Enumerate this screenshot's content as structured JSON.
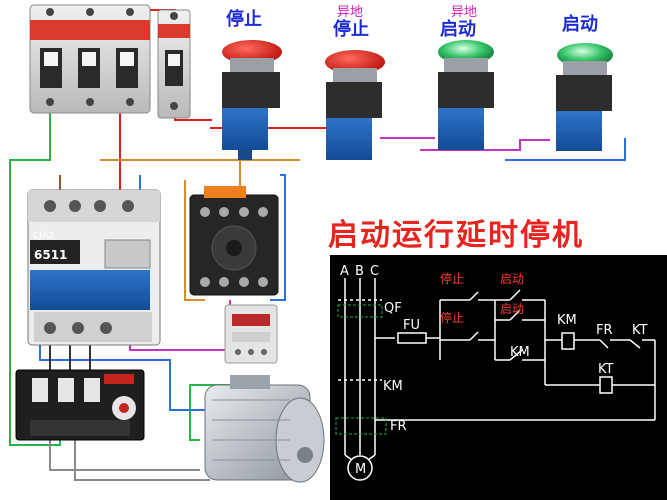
{
  "header": {
    "title": "启动运行延时停机"
  },
  "buttons": [
    {
      "top": "",
      "label": "停止"
    },
    {
      "top": "异地",
      "label": "停止"
    },
    {
      "top": "异地",
      "label": "启动"
    },
    {
      "top": "",
      "label": "启动"
    }
  ],
  "contactor": {
    "model": "6511",
    "brand": "CJX2"
  },
  "schematic": {
    "phases": [
      "A",
      "B",
      "C"
    ],
    "qf": "QF",
    "fu": "FU",
    "km": "KM",
    "fr": "FR",
    "kt": "KT",
    "motor": "M",
    "stop_labels": [
      "停止",
      "停止"
    ],
    "start_labels": [
      "启动",
      "启动"
    ],
    "km_coil": "KM",
    "km_hold": "KM",
    "fr_ctrl": "FR",
    "kt_contact": "KT",
    "kt_coil": "KT"
  },
  "colors": {
    "title": "#e8241f",
    "button_label": "#1d2bd6",
    "remote_label": "#d21fb2",
    "schematic_bg": "#000000",
    "schematic_red": "#ff3b2f",
    "contact_green": "#2aa84a"
  }
}
